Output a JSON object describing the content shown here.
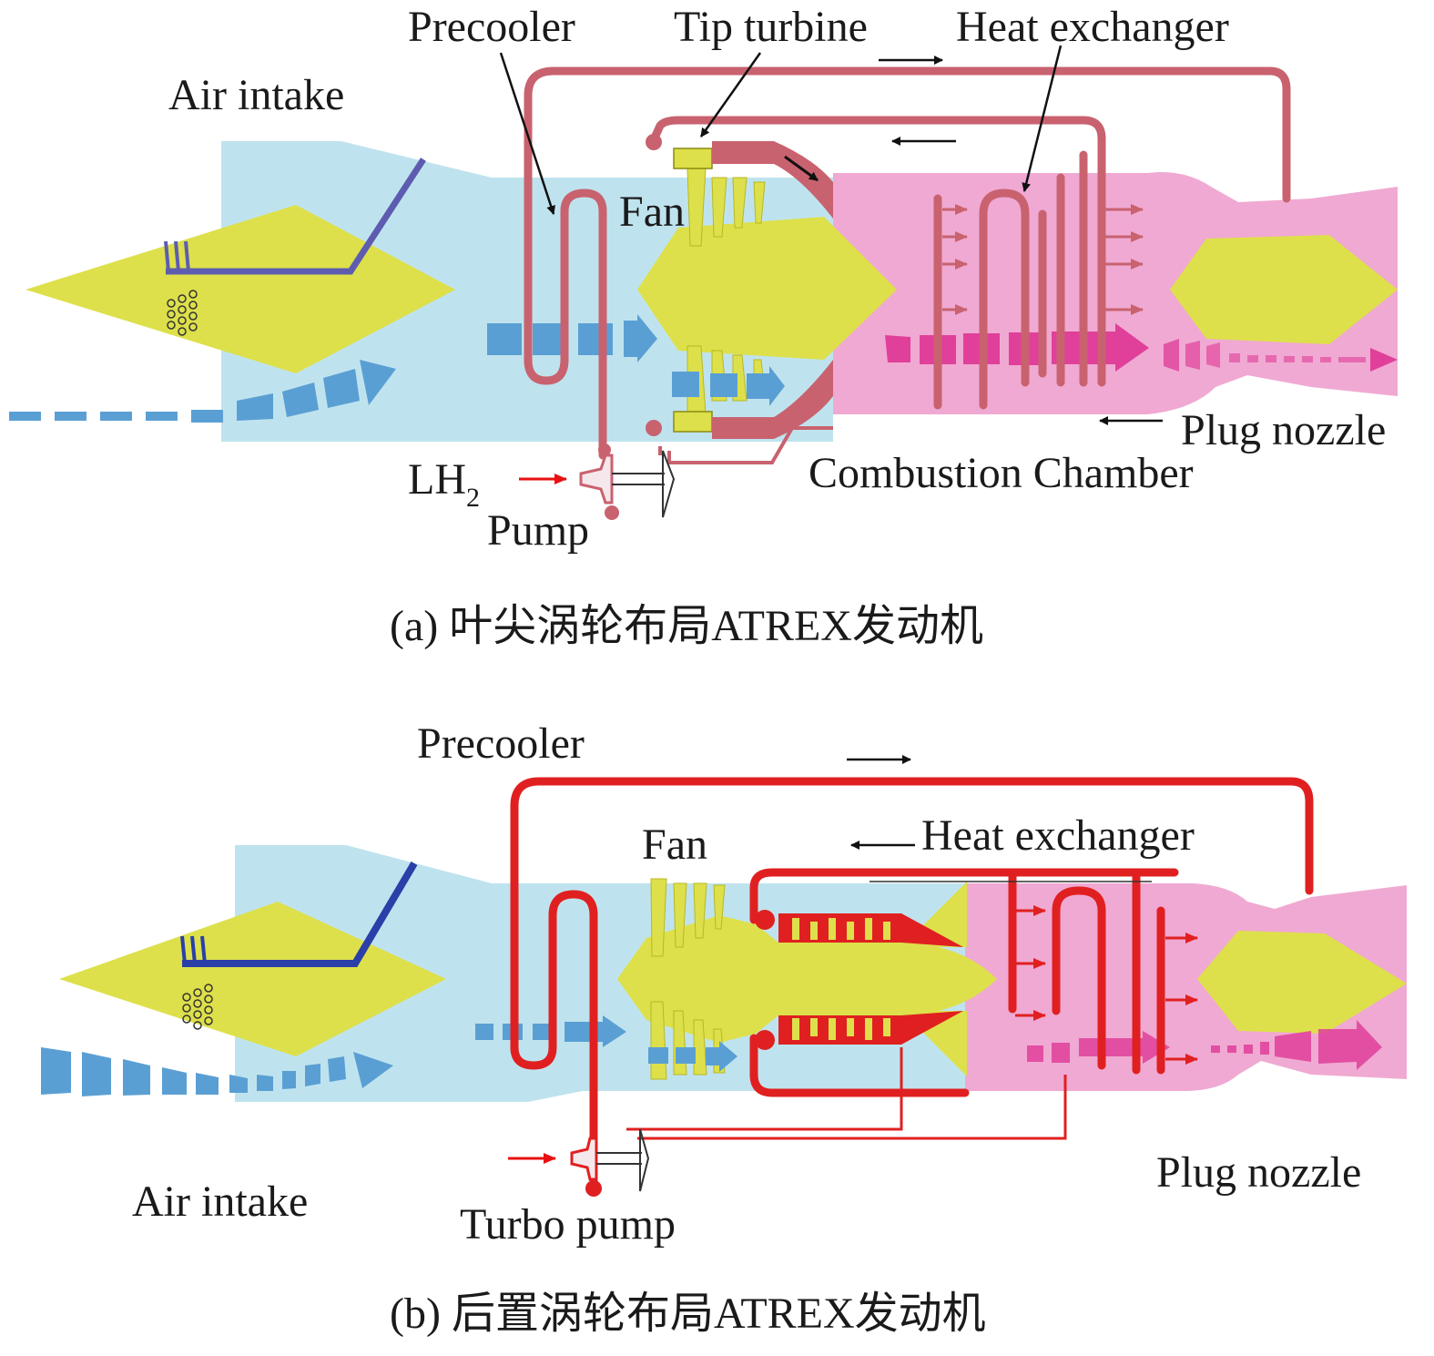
{
  "colors": {
    "duct": "#bfe3ee",
    "plume": "#f0a9d2",
    "centerbody": "#dde04a",
    "pipe_a": "#c9626f",
    "pipe_b": "#e02020",
    "air_flow": "#5a9fd4",
    "exhaust_flow": "#e0409a",
    "intake_ramp_a": "#5d5cb0",
    "intake_ramp_b": "#2a3fa8",
    "fuel_arrow": "#e81010",
    "text": "#1a1a1a"
  },
  "panel_a": {
    "labels": {
      "precooler": "Precooler",
      "tip_turbine": "Tip turbine",
      "heat_exchanger": "Heat exchanger",
      "air_intake": "Air intake",
      "fan": "Fan",
      "lh2": "LH",
      "lh2_sub": "2",
      "pump": "Pump",
      "plug_nozzle": "Plug nozzle",
      "combustion_chamber": "Combustion Chamber"
    },
    "caption": "(a) 叶尖涡轮布局ATREX发动机"
  },
  "panel_b": {
    "labels": {
      "precooler": "Precooler",
      "fan": "Fan",
      "heat_exchanger": "Heat exchanger",
      "air_intake": "Air intake",
      "turbo_pump": "Turbo pump",
      "plug_nozzle": "Plug nozzle"
    },
    "caption": "(b) 后置涡轮布局ATREX发动机"
  }
}
